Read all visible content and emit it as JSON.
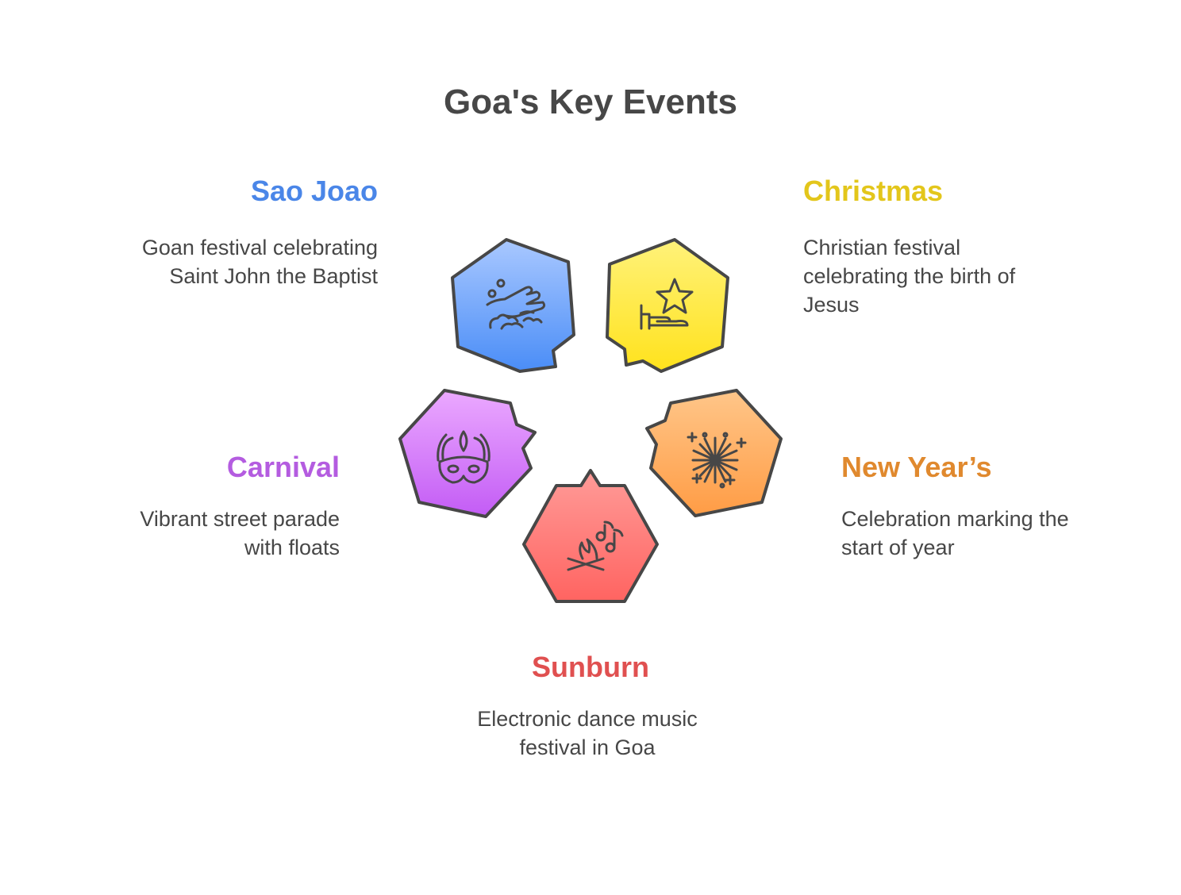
{
  "title": "Goa's Key Events",
  "events": [
    {
      "name": "Sao Joao",
      "description": "Goan festival celebrating Saint John the Baptist",
      "color": "#4A86E8",
      "icon": "splash-hand-icon"
    },
    {
      "name": "Christmas",
      "description": "Christian festival celebrating the birth of Jesus",
      "color": "#E3C61B",
      "icon": "star-hand-icon"
    },
    {
      "name": "New Year’s",
      "description": "Celebration marking the start of year",
      "color": "#E0892E",
      "icon": "fireworks-icon"
    },
    {
      "name": "Sunburn",
      "description": "Electronic dance music festival in Goa",
      "color": "#E05050",
      "icon": "campfire-music-icon"
    },
    {
      "name": "Carnival",
      "description": "Vibrant street parade with floats",
      "color": "#B45CE0",
      "icon": "carnival-mask-icon"
    }
  ]
}
